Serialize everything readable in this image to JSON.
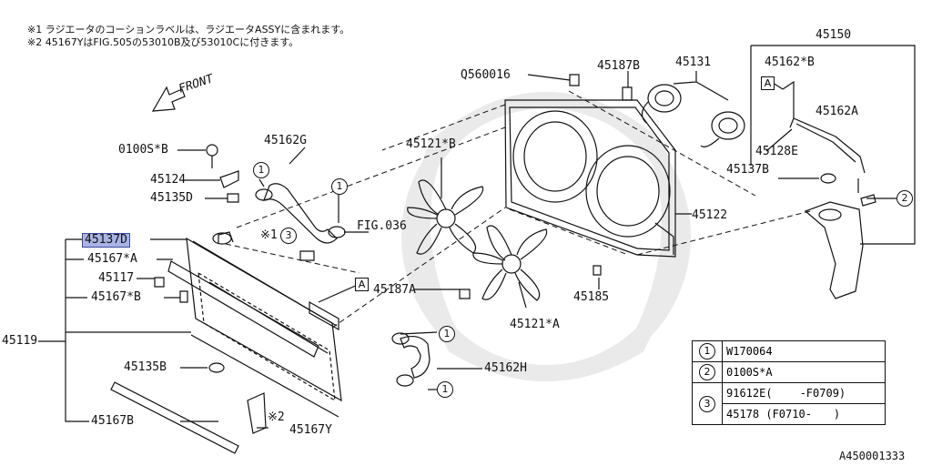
{
  "notes": {
    "line1": "※1 ラジエータのコーションラベルは、ラジエータASSYに含まれます。",
    "line2": "※2 45167YはFIG.505の53010B及び53010Cに付きます。"
  },
  "front_label": "FRONT",
  "callouts": {
    "q560016": "Q560016",
    "p45187B": "45187B",
    "p45131": "45131",
    "p45150": "45150",
    "p45162B": "45162*B",
    "p45162A": "45162A",
    "p45128E": "45128E",
    "p45137B": "45137B",
    "p45122": "45122",
    "p45121B": "45121*B",
    "p45162G": "45162G",
    "p0100SB": "0100S*B",
    "p45124": "45124",
    "p45135D": "45135D",
    "fig036": "FIG.036",
    "p45137D": "45137D",
    "note1": "※1",
    "p45167A": "45167*A",
    "p45117": "45117",
    "p45167B_left": "45167*B",
    "p45187A": "45187A",
    "p45185": "45185",
    "p45121A": "45121*A",
    "p45119": "45119",
    "p45135B": "45135B",
    "p45162H": "45162H",
    "p45167B_bottom": "45167B",
    "note2": "※2",
    "p45167Y": "45167Y",
    "boxA": "A",
    "c1": "1",
    "c2": "2",
    "c3": "3"
  },
  "legend": [
    {
      "key": "1",
      "value": "W170064"
    },
    {
      "key": "2",
      "value": "0100S*A"
    },
    {
      "key": "3",
      "value": "91612E(",
      "range": "-F0709)"
    },
    {
      "key": "3",
      "value": "45178 (F0710-",
      "range": ")"
    }
  ],
  "diagram_id": "A450001333"
}
